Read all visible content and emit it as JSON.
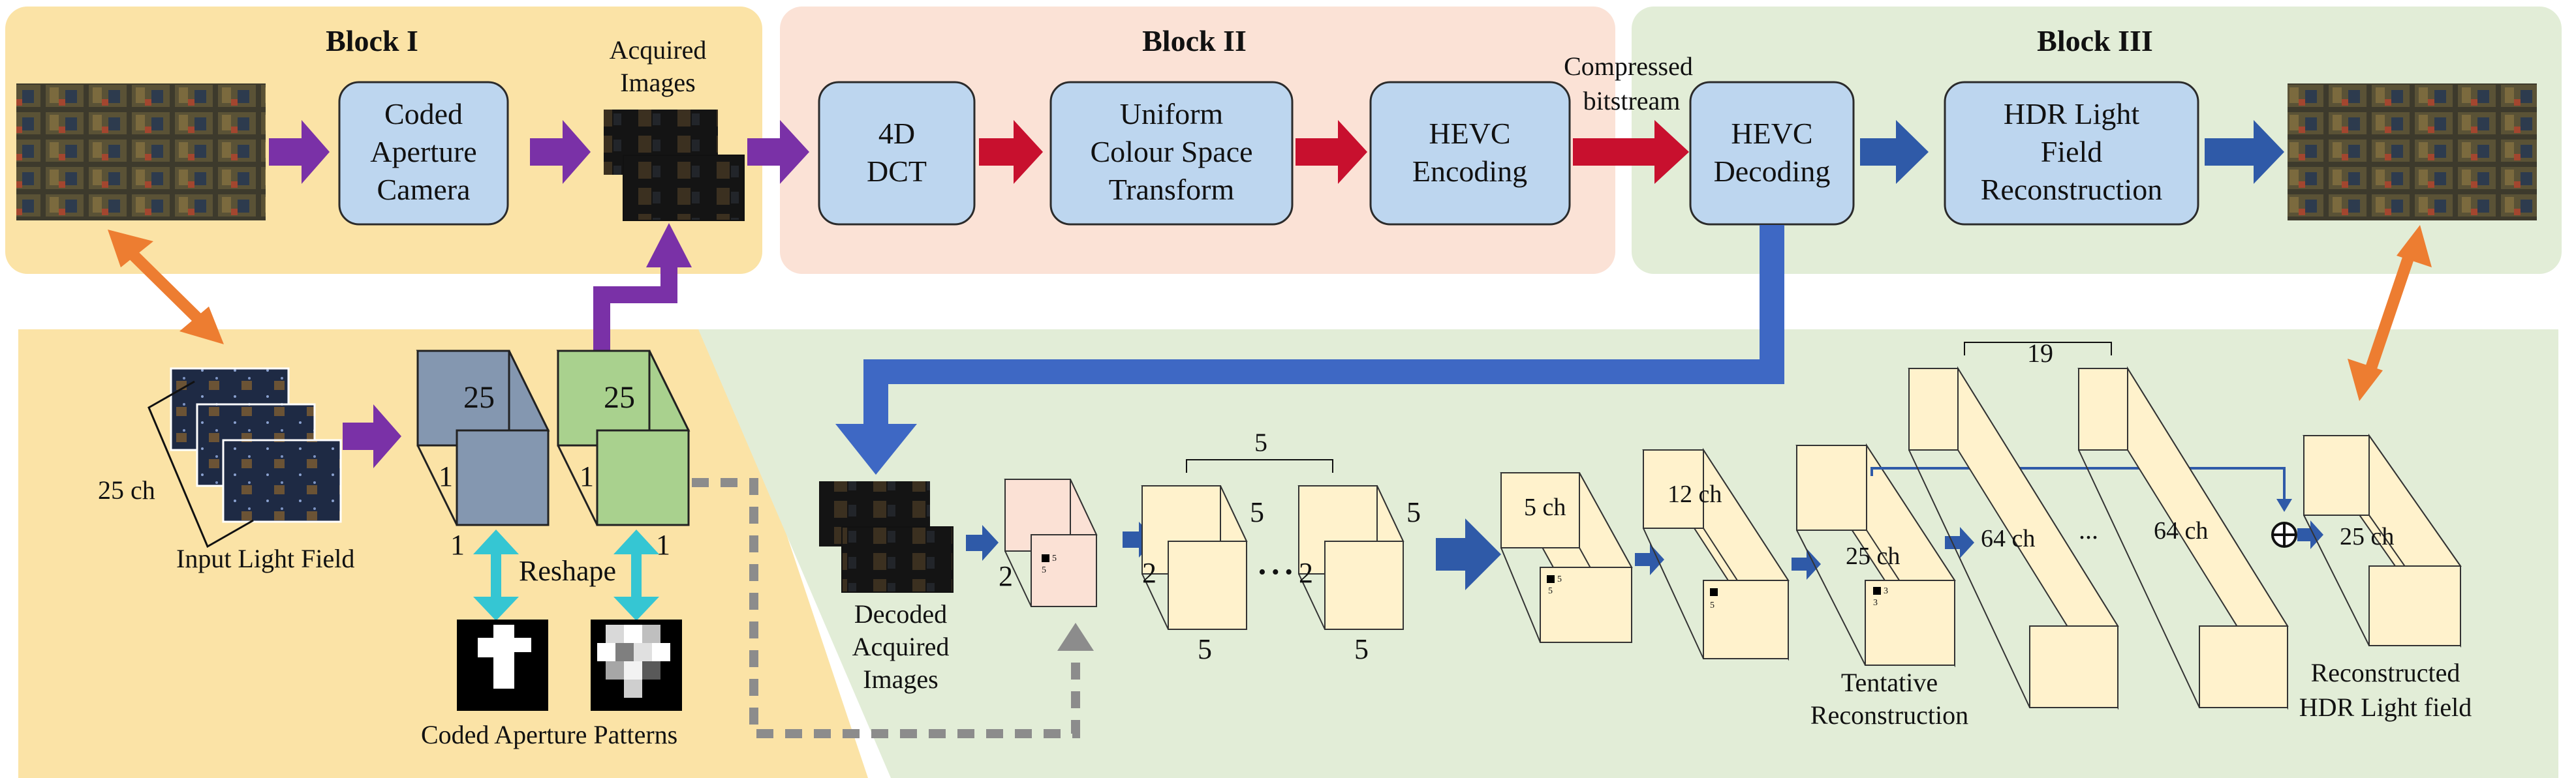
{
  "blocks": {
    "block1": {
      "title": "Block I"
    },
    "block2": {
      "title": "Block II"
    },
    "block3": {
      "title": "Block III"
    }
  },
  "nodes": {
    "coded_camera": [
      "Coded",
      "Aperture",
      "Camera"
    ],
    "acquired_images": [
      "Acquired",
      "Images"
    ],
    "dct": [
      "4D",
      "DCT"
    ],
    "colour_transform": [
      "Uniform",
      "Colour Space",
      "Transform"
    ],
    "hevc_encoding": [
      "HEVC",
      "Encoding"
    ],
    "compressed_bitstream": [
      "Compressed",
      "bitstream"
    ],
    "hevc_decoding": [
      "HEVC",
      "Decoding"
    ],
    "hdr_reconstruction": [
      "HDR Light",
      "Field",
      "Reconstruction"
    ]
  },
  "bottom": {
    "ch25": "25 ch",
    "input_lf": "Input Light Field",
    "cube_25a": "25",
    "cube_25b": "25",
    "cube_1a": "1",
    "cube_1b": "1",
    "cube_1c": "1",
    "cube_1d": "1",
    "reshape": "Reshape",
    "patterns": "Coded Aperture Patterns",
    "decoded": [
      "Decoded",
      "Acquired",
      "Images"
    ],
    "dim_2a": "2",
    "k5a": "5",
    "k5b": "5",
    "dim_2b": "2",
    "dim_2c": "2",
    "dim_5_top": "5",
    "dim_5_r1": "5",
    "dim_5_r2": "5",
    "dim_5_b1": "5",
    "dim_5_b2": "5",
    "ellipsis": "• • •",
    "ch5": "5 ch",
    "k5c": "5",
    "k5d": "5",
    "ch12": "12 ch",
    "k5e": "5",
    "ch25b": "25 ch",
    "k3a": "3",
    "k3b": "3",
    "ch64a": "64 ch",
    "ellipsis2": "...",
    "ch64b": "64 ch",
    "n19": "19",
    "ch25c": "25 ch",
    "tentative": [
      "Tentative",
      "Reconstruction"
    ],
    "reconstructed": [
      "Reconstructed",
      "HDR Light field"
    ]
  },
  "colors": {
    "block1_bg": "#fbe3a6",
    "block2_bg": "#fbe2d6",
    "block3_bg": "#e2edd7",
    "box_fill": "#bdd6ef",
    "purple": "#7a31a7",
    "red": "#c8102e",
    "blue": "#2f5aa8",
    "orange": "#ed7d31",
    "cyan": "#35c6d3",
    "cube_blue": "#8497b0",
    "cube_green": "#a9d18e",
    "cube_pink": "#fbe1d5",
    "cube_cream": "#fff2cc"
  }
}
